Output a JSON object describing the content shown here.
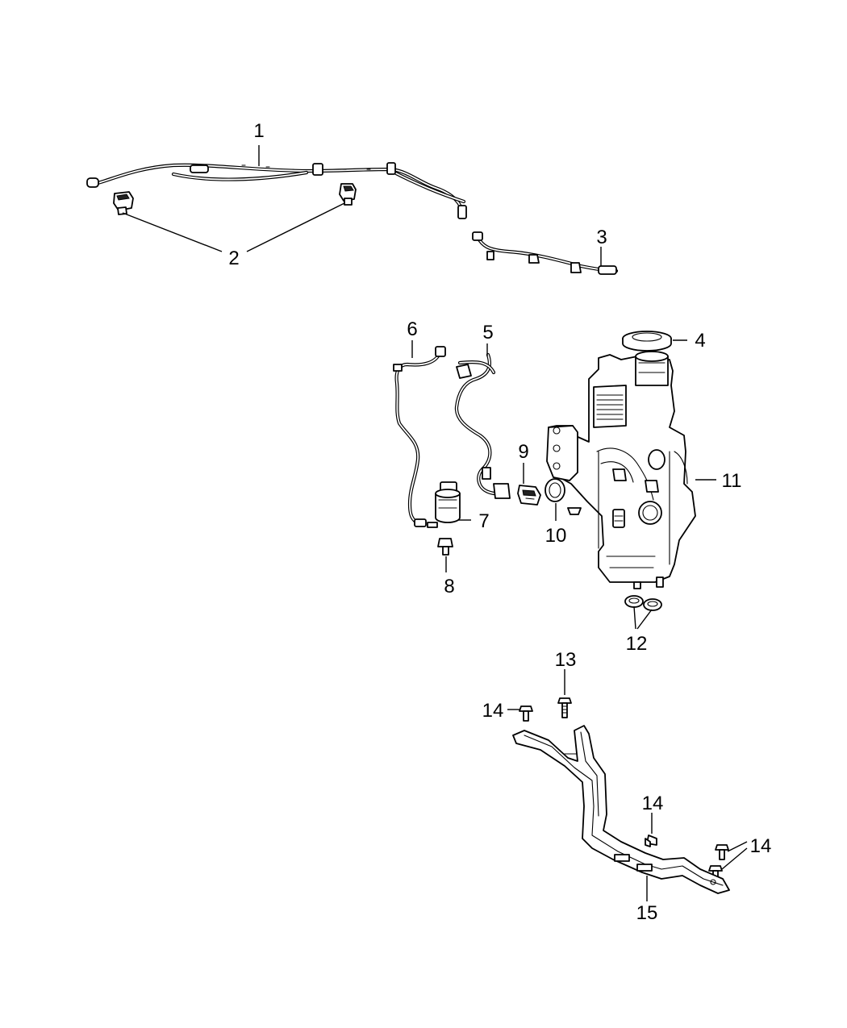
{
  "callouts": [
    {
      "id": "1",
      "text": "1"
    },
    {
      "id": "2",
      "text": "2"
    },
    {
      "id": "3",
      "text": "3"
    },
    {
      "id": "4",
      "text": "4"
    },
    {
      "id": "5",
      "text": "5"
    },
    {
      "id": "6",
      "text": "6"
    },
    {
      "id": "7",
      "text": "7"
    },
    {
      "id": "8",
      "text": "8"
    },
    {
      "id": "9",
      "text": "9"
    },
    {
      "id": "10",
      "text": "10"
    },
    {
      "id": "11",
      "text": "11"
    },
    {
      "id": "12",
      "text": "12"
    },
    {
      "id": "13",
      "text": "13"
    },
    {
      "id": "14a",
      "text": "14"
    },
    {
      "id": "14b",
      "text": "14"
    },
    {
      "id": "14c",
      "text": "14"
    },
    {
      "id": "15",
      "text": "15"
    }
  ],
  "colors": {
    "line": "#000000",
    "background": "#ffffff"
  },
  "parts": [
    {
      "callout": "1",
      "icon": "washer-hose-harness-icon"
    },
    {
      "callout": "2",
      "icon": "washer-nozzle-icon"
    },
    {
      "callout": "3",
      "icon": "rear-washer-hose-icon"
    },
    {
      "callout": "4",
      "icon": "reservoir-cap-icon"
    },
    {
      "callout": "5",
      "icon": "pump-wiring-harness-icon"
    },
    {
      "callout": "6",
      "icon": "washer-hose-icon"
    },
    {
      "callout": "7",
      "icon": "washer-pump-icon"
    },
    {
      "callout": "8",
      "icon": "pump-fitting-icon"
    },
    {
      "callout": "9",
      "icon": "level-sensor-icon"
    },
    {
      "callout": "10",
      "icon": "grommet-icon"
    },
    {
      "callout": "11",
      "icon": "washer-reservoir-icon"
    },
    {
      "callout": "12",
      "icon": "grommet-pair-icon"
    },
    {
      "callout": "13",
      "icon": "stud-bolt-icon"
    },
    {
      "callout": "14",
      "icon": "bolt-icon"
    },
    {
      "callout": "15",
      "icon": "reservoir-bracket-icon"
    }
  ]
}
